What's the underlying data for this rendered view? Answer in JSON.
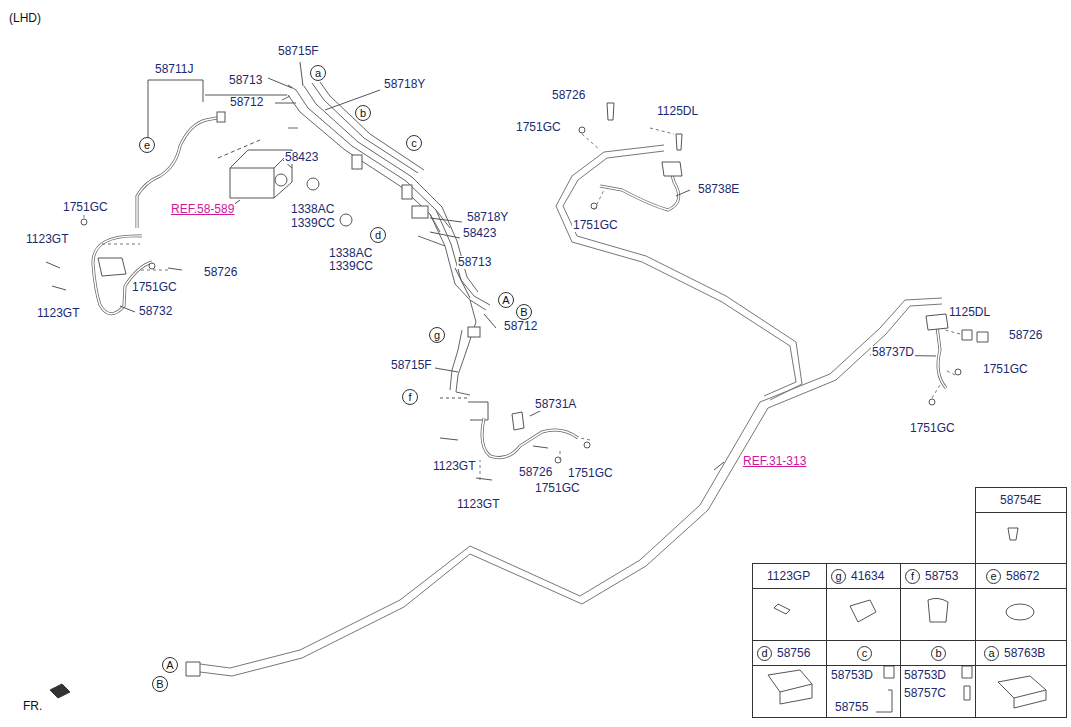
{
  "diagram": {
    "nodes": [
      {
        "text": [
          "a"
        ]
      },
      {
        "text": [
          "b"
        ]
      },
      {
        "text": [
          "c"
        ]
      },
      {
        "text": [
          "d"
        ]
      },
      {
        "text": [
          "e"
        ]
      },
      {
        "text": [
          "f"
        ]
      },
      {
        "text": [
          "g"
        ]
      },
      {
        "text": [
          "A"
        ]
      },
      {
        "text": [
          "B"
        ]
      },
      {
        "text": [
          "A"
        ]
      },
      {
        "text": [
          "B"
        ]
      },
      {
        "text": [
          "58754E"
        ]
      },
      {
        "text": [
          "1123GP"
        ]
      },
      {
        "text": [
          "g",
          "41634"
        ]
      },
      {
        "text": [
          "f",
          "58753"
        ]
      },
      {
        "text": [
          "e",
          "58672"
        ]
      },
      {
        "text": [
          "d",
          "58756"
        ]
      },
      {
        "text": [
          "c",
          "58753D",
          "58755"
        ]
      },
      {
        "text": [
          "b",
          "58753D",
          "58757C"
        ]
      },
      {
        "text": [
          "a",
          "58763B"
        ]
      }
    ],
    "labels": [
      "(LHD)",
      "58711J",
      "58713",
      "58715F",
      "58718Y",
      "58712",
      "58423",
      "REF.58-589",
      "1751GC",
      "1123GT",
      "58726",
      "1751GC",
      "1123GT",
      "58732",
      "1338AC",
      "1339CC",
      "58718Y",
      "58423",
      "1338AC",
      "1339CC",
      "58713",
      "58712",
      "58715F",
      "58731A",
      "1123GT",
      "58726",
      "1751GC",
      "1751GC",
      "1123GT",
      "58726",
      "1751GC",
      "1125DL",
      "58738E",
      "1751GC",
      "1125DL",
      "58726",
      "58737D",
      "1751GC",
      "1751GC",
      "REF.31-313",
      "FR."
    ]
  }
}
